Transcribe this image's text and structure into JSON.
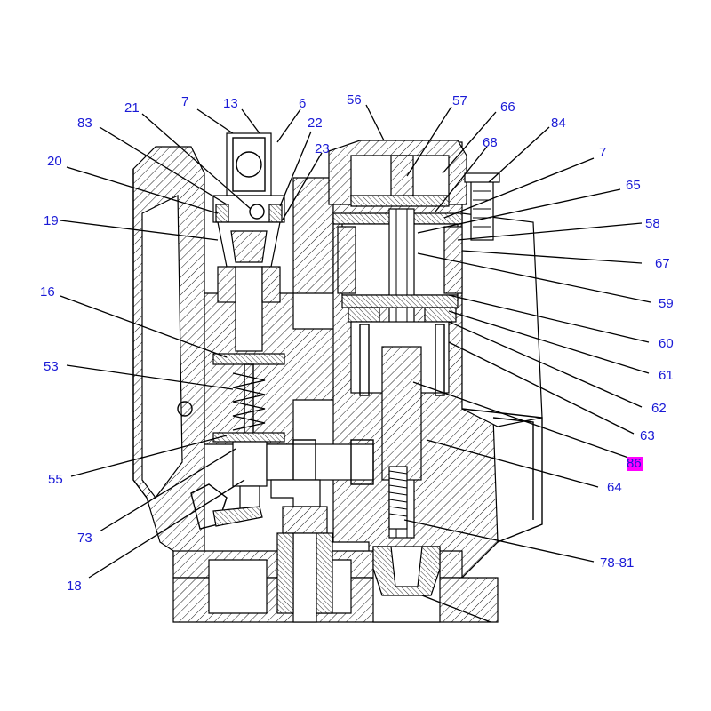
{
  "callouts": [
    {
      "id": "7a",
      "text": "7"
    },
    {
      "id": "13",
      "text": "13"
    },
    {
      "id": "6",
      "text": "6"
    },
    {
      "id": "21",
      "text": "21"
    },
    {
      "id": "22",
      "text": "22"
    },
    {
      "id": "83",
      "text": "83"
    },
    {
      "id": "23",
      "text": "23"
    },
    {
      "id": "20",
      "text": "20"
    },
    {
      "id": "19",
      "text": "19"
    },
    {
      "id": "16",
      "text": "16"
    },
    {
      "id": "53",
      "text": "53"
    },
    {
      "id": "55",
      "text": "55"
    },
    {
      "id": "73",
      "text": "73"
    },
    {
      "id": "18",
      "text": "18"
    },
    {
      "id": "56",
      "text": "56"
    },
    {
      "id": "57",
      "text": "57"
    },
    {
      "id": "66",
      "text": "66"
    },
    {
      "id": "84",
      "text": "84"
    },
    {
      "id": "68",
      "text": "68"
    },
    {
      "id": "7b",
      "text": "7"
    },
    {
      "id": "65",
      "text": "65"
    },
    {
      "id": "58",
      "text": "58"
    },
    {
      "id": "67",
      "text": "67"
    },
    {
      "id": "59",
      "text": "59"
    },
    {
      "id": "60",
      "text": "60"
    },
    {
      "id": "61",
      "text": "61"
    },
    {
      "id": "62",
      "text": "62"
    },
    {
      "id": "63",
      "text": "63"
    },
    {
      "id": "86",
      "text": "86",
      "highlight": "#ff00ff"
    },
    {
      "id": "64",
      "text": "64"
    },
    {
      "id": "78",
      "text": "78-81"
    }
  ]
}
